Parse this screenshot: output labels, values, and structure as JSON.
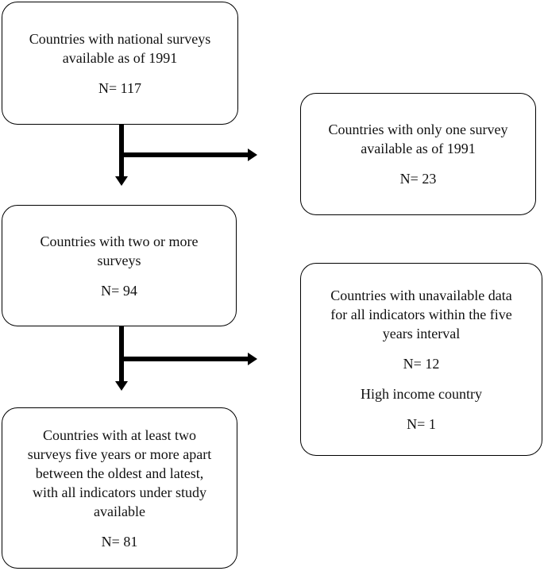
{
  "nodes": {
    "total": {
      "lines": [
        "Countries with national surveys",
        "available as of 1991"
      ],
      "count": "N= 117"
    },
    "one_survey": {
      "lines": [
        "Countries with only one survey",
        "available as of 1991"
      ],
      "count": "N= 23"
    },
    "two_or_more": {
      "lines": [
        "Countries with two or more",
        "surveys"
      ],
      "count": "N= 94"
    },
    "unavailable": {
      "lines": [
        "Countries with unavailable data",
        "for all indicators within the five",
        "years interval"
      ],
      "count": "N= 12",
      "extra": "High income country",
      "extra_count": "N= 1"
    },
    "final": {
      "lines": [
        "Countries with at least two",
        "surveys five years or more apart",
        "between the oldest and latest,",
        "with all indicators under study",
        "available"
      ],
      "count": "N= 81"
    }
  },
  "colors": {
    "border": "#000000",
    "arrow": "#000000",
    "text": "#111111",
    "background": "#ffffff"
  }
}
